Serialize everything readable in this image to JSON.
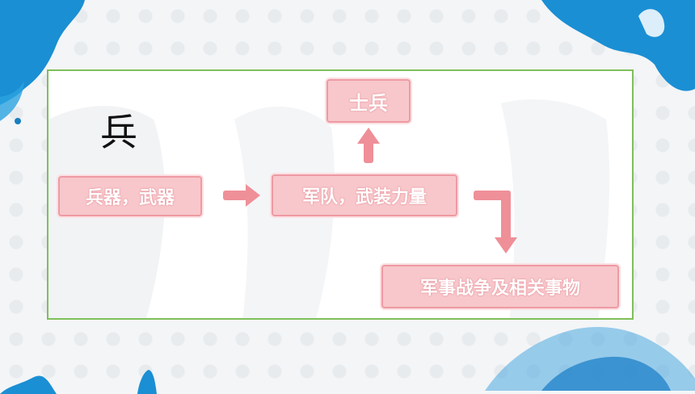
{
  "heading_char": "兵",
  "nodes": {
    "source": "兵器，武器",
    "center": "军队，武装力量",
    "top": "士兵",
    "bottom": "军事战争及相关事物"
  },
  "colors": {
    "box_fill": "#f7c7cb",
    "box_border": "#ee9aa2",
    "arrow": "#ef8f98",
    "panel_border": "#7fbf5a",
    "ink_blue": "#1e90d6"
  }
}
